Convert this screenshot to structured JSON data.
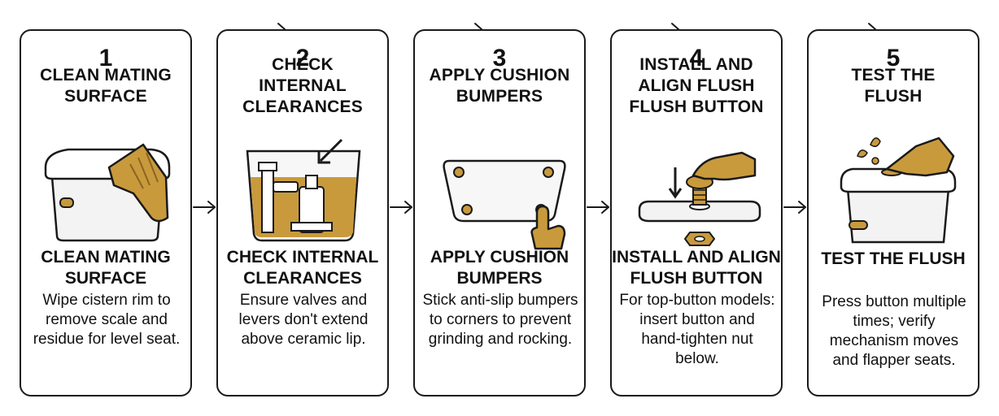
{
  "colors": {
    "accent": "#c99a3c",
    "accent_dark": "#8a6520",
    "outline": "#1a1a1a"
  },
  "steps": [
    {
      "number": "1",
      "top_title": "CLEAN MATING\nSURFACE",
      "sub_title": "CLEAN MATING\nSURFACE",
      "description": "Wipe cistern rim to remove scale and residue for level seat.",
      "icon": "cistern-wipe-icon"
    },
    {
      "number": "2",
      "top_title": "CHECK\nINTERNAL\nCLEARANCES",
      "sub_title": "CHECK INTERNAL\nCLEARANCES",
      "description": "Ensure valves and levers don't extend above ceramic lip.",
      "icon": "tank-internals-icon"
    },
    {
      "number": "3",
      "top_title": "APPLY CUSHION\nBUMPERS",
      "sub_title": "APPLY CUSHION\nBUMPERS",
      "description": "Stick anti-slip bumpers to corners to prevent grinding and rocking.",
      "icon": "lid-bumpers-icon"
    },
    {
      "number": "4",
      "top_title": "INSTALL AND\nALIGN FLUSH\nFLUSH BUTTON",
      "sub_title": "INSTALL AND ALIGN\nFLUSH BUTTON",
      "description": "For top-button models: insert button and hand-tighten nut below.",
      "icon": "flush-button-install-icon"
    },
    {
      "number": "5",
      "top_title": "TEST THE\nFLUSH",
      "sub_title": "TEST THE FLUSH",
      "description": "Press button multiple times; verify mechanism moves and flapper seats.",
      "icon": "flush-test-icon"
    }
  ]
}
